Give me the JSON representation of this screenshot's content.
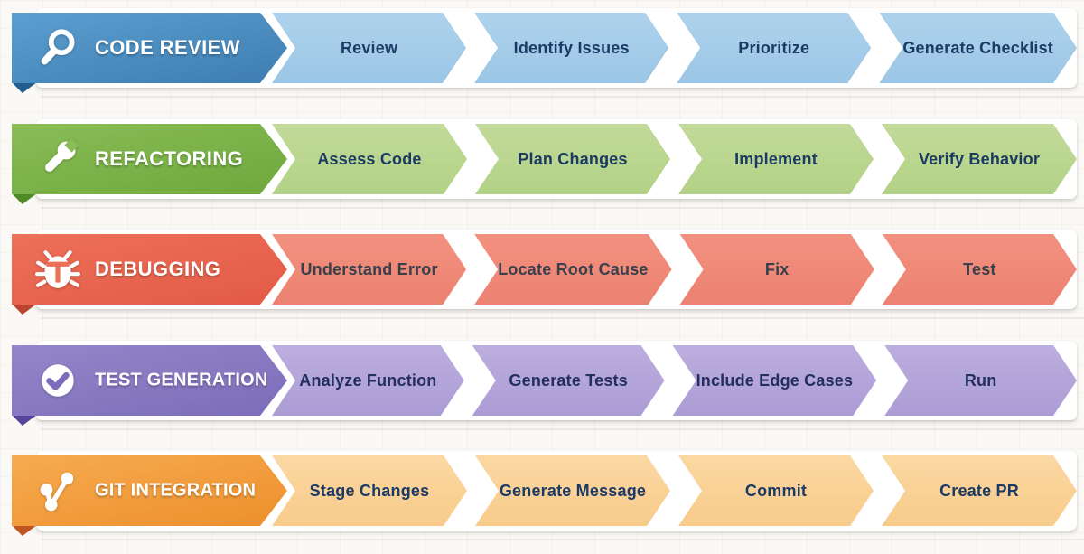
{
  "canvas": {
    "background": "#faf9f6",
    "card_color": "#ffffff",
    "divider_color": "rgba(60,55,45,0.08)"
  },
  "rows": [
    {
      "title": "CODE REVIEW",
      "icon": "magnifier-icon",
      "steps": [
        "Review",
        "Identify Issues",
        "Prioritize",
        "Generate Checklist"
      ],
      "colors": {
        "header_top": "#5b9fd0",
        "header_bottom": "#3e7cb0",
        "fold": "#205e92",
        "step_top": "#aed2ed",
        "step_bottom": "#9bc6e5",
        "text": "#1b3a64"
      }
    },
    {
      "title": "REFACTORING",
      "icon": "wrench-icon",
      "steps": [
        "Assess Code",
        "Plan Changes",
        "Implement",
        "Verify Behavior"
      ],
      "colors": {
        "header_top": "#8abc57",
        "header_bottom": "#6da83c",
        "fold": "#4f8c26",
        "step_top": "#c2da9a",
        "step_bottom": "#b2d285",
        "text": "#1b3a64"
      }
    },
    {
      "title": "DEBUGGING",
      "icon": "bug-icon",
      "steps": [
        "Understand Error",
        "Locate Root Cause",
        "Fix",
        "Test"
      ],
      "colors": {
        "header_top": "#ed7059",
        "header_bottom": "#e35a45",
        "fold": "#bb4530",
        "step_top": "#f29180",
        "step_bottom": "#ec8170",
        "text": "#38404c"
      }
    },
    {
      "title": "TEST GENERATION",
      "icon": "check-circle-icon",
      "steps": [
        "Analyze Function",
        "Generate Tests",
        "Include Edge Cases",
        "Run"
      ],
      "colors": {
        "header_top": "#9486c9",
        "header_bottom": "#7c6cba",
        "fold": "#55449b",
        "step_top": "#bcaede",
        "step_bottom": "#ab9cd5",
        "text": "#232f60"
      }
    },
    {
      "title": "GIT INTEGRATION",
      "icon": "git-branch-icon",
      "steps": [
        "Stage Changes",
        "Generate Message",
        "Commit",
        "Create PR"
      ],
      "colors": {
        "header_top": "#f6ab50",
        "header_bottom": "#ed8f2c",
        "fold": "#c0561f",
        "step_top": "#fbd8a3",
        "step_bottom": "#f8cb8a",
        "text": "#1b3a64"
      }
    }
  ]
}
